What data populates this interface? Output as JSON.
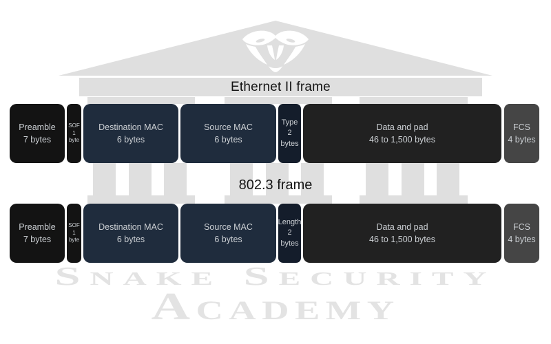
{
  "brand": {
    "watermark_line1": "Snake Security",
    "watermark_line2": "Academy",
    "logo": "viper-snake-head"
  },
  "diagrams": [
    {
      "title": "Ethernet II frame",
      "fields": [
        {
          "name": "Preamble",
          "size": "7 bytes"
        },
        {
          "name": "SOF",
          "size": "1 byte"
        },
        {
          "name": "Destination MAC",
          "size": "6 bytes"
        },
        {
          "name": "Source MAC",
          "size": "6 bytes"
        },
        {
          "name": "Type",
          "size": "2 bytes"
        },
        {
          "name": "Data and pad",
          "size": "46 to 1,500 bytes"
        },
        {
          "name": "FCS",
          "size": "4 bytes"
        }
      ]
    },
    {
      "title": "802.3 frame",
      "fields": [
        {
          "name": "Preamble",
          "size": "7 bytes"
        },
        {
          "name": "SOF",
          "size": "1 byte"
        },
        {
          "name": "Destination MAC",
          "size": "6 bytes"
        },
        {
          "name": "Source MAC",
          "size": "6 bytes"
        },
        {
          "name": "Length",
          "size": "2 bytes"
        },
        {
          "name": "Data and pad",
          "size": "46 to 1,500 bytes"
        },
        {
          "name": "FCS",
          "size": "4 bytes"
        }
      ]
    }
  ],
  "colors": {
    "field_black": "#131313",
    "field_navy": "#1f2c3d",
    "field_dark_navy": "#141d2b",
    "field_charcoal": "#212121",
    "field_fcs_gray": "#454545",
    "field_text": "#cbcfd3",
    "temple_gray": "#dfdfdf",
    "watermark_gray": "#e3e3e3",
    "title_text": "#141414"
  }
}
